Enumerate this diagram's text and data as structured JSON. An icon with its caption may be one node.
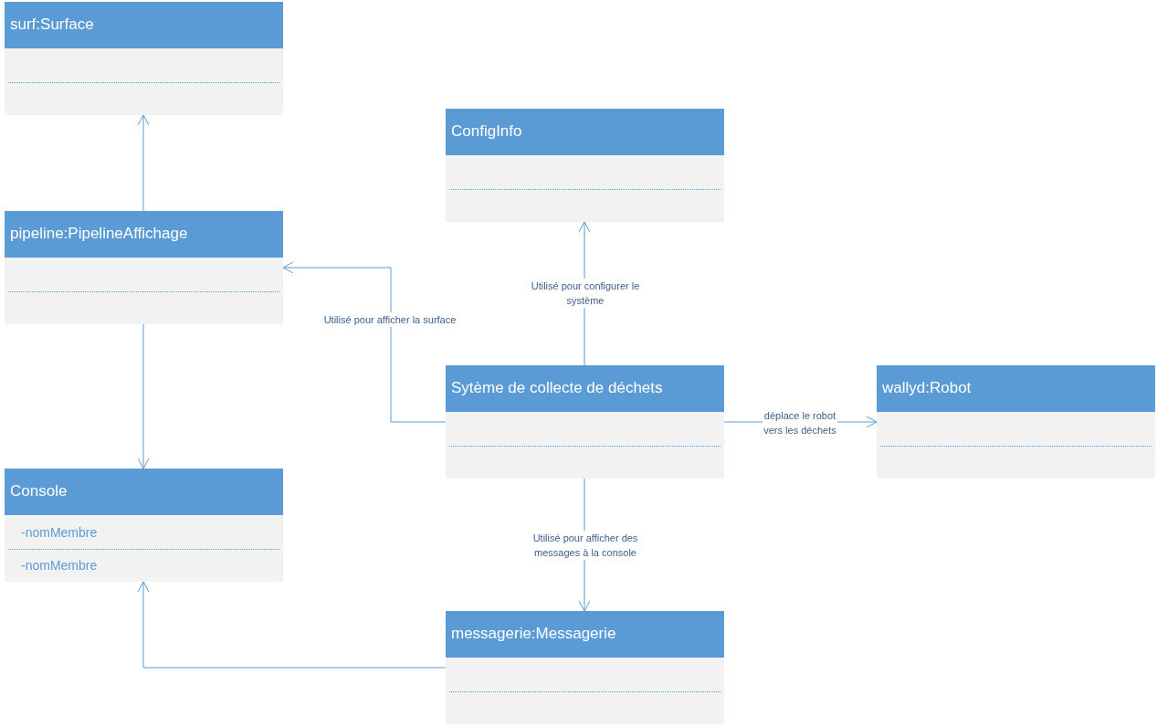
{
  "diagram": {
    "nodes": [
      {
        "text": [
          "surf:Surface"
        ]
      },
      {
        "text": [
          "ConfigInfo"
        ]
      },
      {
        "text": [
          "pipeline:PipelineAffichage"
        ]
      },
      {
        "text": [
          "Sytème de collecte de déchets"
        ]
      },
      {
        "text": [
          "wallyd:Robot"
        ]
      },
      {
        "text": [
          "Console",
          "-nomMembre",
          "-nomMembre"
        ]
      },
      {
        "text": [
          "messagerie:Messagerie"
        ]
      }
    ],
    "edges": [
      {
        "from": 2,
        "to": 0,
        "arrow": "to"
      },
      {
        "from": 2,
        "to": 5,
        "arrow": "to"
      },
      {
        "from": 3,
        "to": 2,
        "arrow": "to",
        "label": "Utilisé pour afficher la surface"
      },
      {
        "from": 3,
        "to": 1,
        "arrow": "to",
        "label": "Utilisé pour configurer le système"
      },
      {
        "from": 3,
        "to": 4,
        "arrow": "to",
        "label": "déplace le robot vers les déchets"
      },
      {
        "from": 3,
        "to": 6,
        "arrow": "to",
        "label": "Utilisé pour afficher des messages à la console"
      },
      {
        "from": 6,
        "to": 5,
        "arrow": "to"
      }
    ]
  }
}
